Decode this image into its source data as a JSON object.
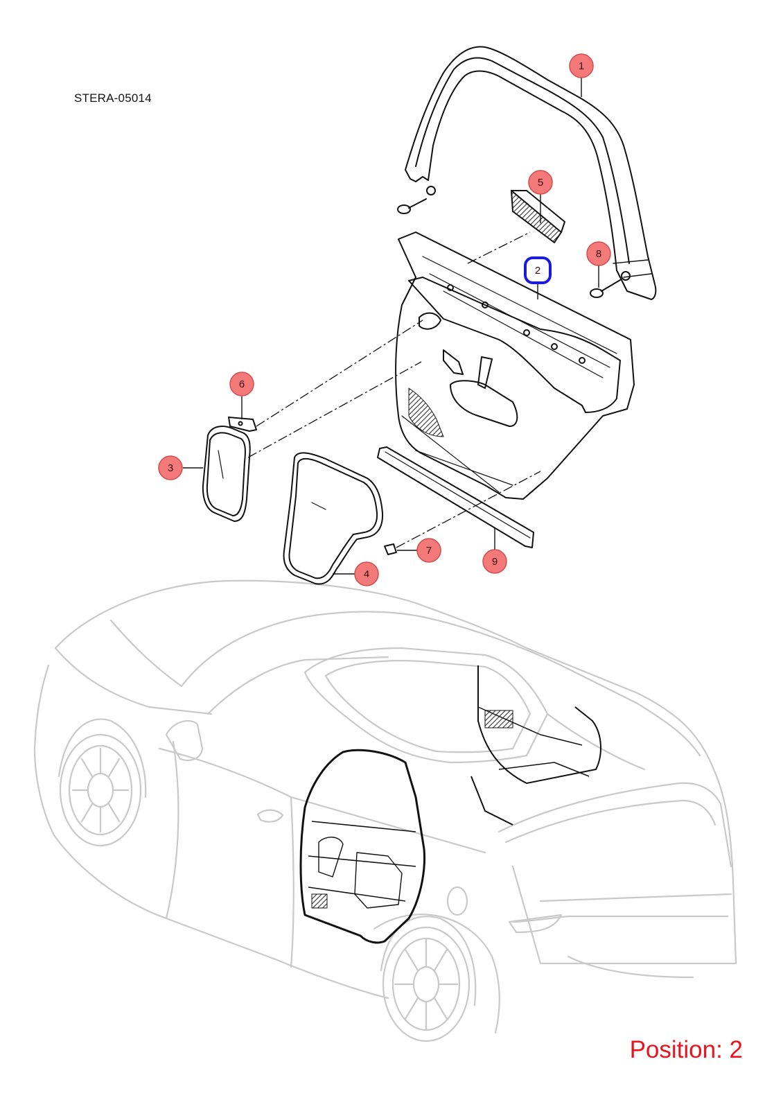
{
  "diagram": {
    "code": "STERA-05014",
    "position_label": "Position: 2",
    "selected_callout": "2",
    "colors": {
      "callout_fill": "#f47a7a",
      "callout_stroke": "#d24b4b",
      "selected_ring": "#1a1adc",
      "position_text": "#e8141e",
      "line_art": "#111111",
      "car_outline": "#c8c8c8"
    },
    "callouts": [
      {
        "id": "1",
        "label": "1",
        "part": "door-window-frame-seal"
      },
      {
        "id": "2",
        "label": "2",
        "part": "door-trim-panel"
      },
      {
        "id": "3",
        "label": "3",
        "part": "water-shield-small"
      },
      {
        "id": "4",
        "label": "4",
        "part": "water-shield-large"
      },
      {
        "id": "5",
        "label": "5",
        "part": "door-pull-insert"
      },
      {
        "id": "6",
        "label": "6",
        "part": "bracket"
      },
      {
        "id": "7",
        "label": "7",
        "part": "push-clip"
      },
      {
        "id": "8",
        "label": "8",
        "part": "push-pin-fastener"
      },
      {
        "id": "9",
        "label": "9",
        "part": "belt-weatherstrip"
      }
    ]
  }
}
